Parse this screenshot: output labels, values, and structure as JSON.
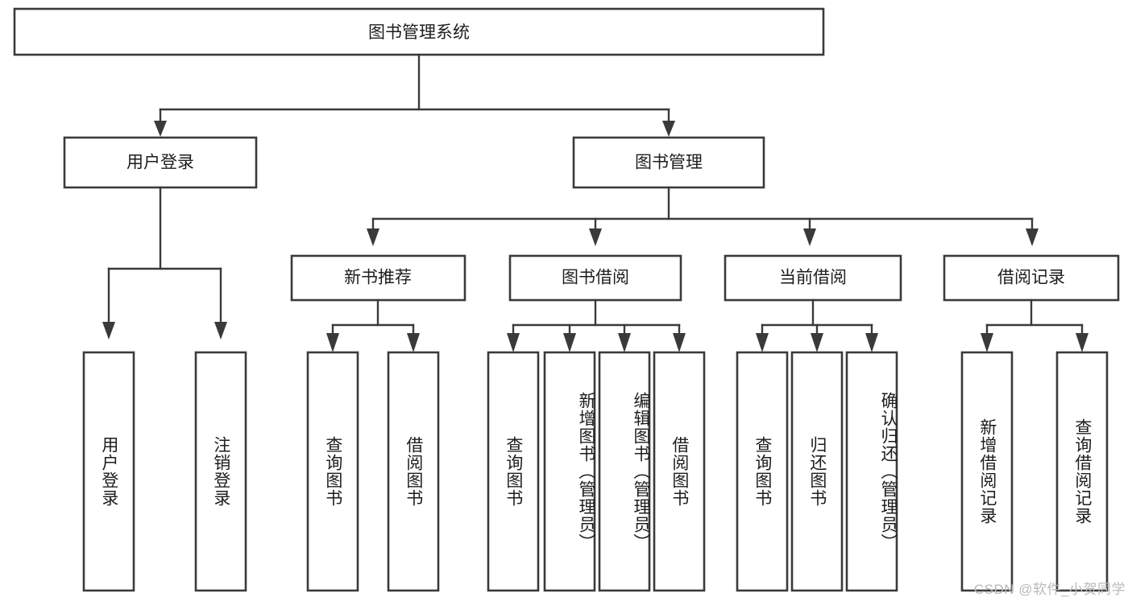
{
  "diagram": {
    "type": "hierarchy-tree",
    "title": "图书管理系统",
    "root": {
      "id": "root",
      "label": "图书管理系统"
    },
    "level2": [
      {
        "id": "user-login",
        "label": "用户登录"
      },
      {
        "id": "book-management",
        "label": "图书管理"
      }
    ],
    "level3": [
      {
        "id": "new-book-recommend",
        "label": "新书推荐",
        "parent": "book-management"
      },
      {
        "id": "book-borrow",
        "label": "图书借阅",
        "parent": "book-management"
      },
      {
        "id": "current-borrow",
        "label": "当前借阅",
        "parent": "book-management"
      },
      {
        "id": "borrow-record",
        "label": "借阅记录",
        "parent": "book-management"
      }
    ],
    "leaves": {
      "user-login": [
        {
          "id": "leaf-user-login",
          "label": "用户登录"
        },
        {
          "id": "leaf-user-logout",
          "label": "注销登录"
        }
      ],
      "new-book-recommend": [
        {
          "id": "leaf-query-book-1",
          "label": "查询图书"
        },
        {
          "id": "leaf-borrow-book-1",
          "label": "借阅图书"
        }
      ],
      "book-borrow": [
        {
          "id": "leaf-query-book-2",
          "label": "查询图书"
        },
        {
          "id": "leaf-add-book",
          "label": "新增图书（管理员）"
        },
        {
          "id": "leaf-edit-book",
          "label": "编辑图书（管理员）"
        },
        {
          "id": "leaf-borrow-book-2",
          "label": "借阅图书"
        }
      ],
      "current-borrow": [
        {
          "id": "leaf-query-book-3",
          "label": "查询图书"
        },
        {
          "id": "leaf-return-book",
          "label": "归还图书"
        },
        {
          "id": "leaf-confirm-return",
          "label": "确认归还（管理员）"
        }
      ],
      "borrow-record": [
        {
          "id": "leaf-add-record",
          "label": "新增借阅记录"
        },
        {
          "id": "leaf-query-record",
          "label": "查询借阅记录"
        }
      ]
    },
    "colors": {
      "stroke": "#3a3a3a",
      "fill": "#ffffff",
      "text": "#1d1d1d",
      "watermark": "#b9b9b9",
      "background": "#ffffff"
    }
  },
  "watermark": {
    "text": "CSDN @软件_小贺同学"
  }
}
